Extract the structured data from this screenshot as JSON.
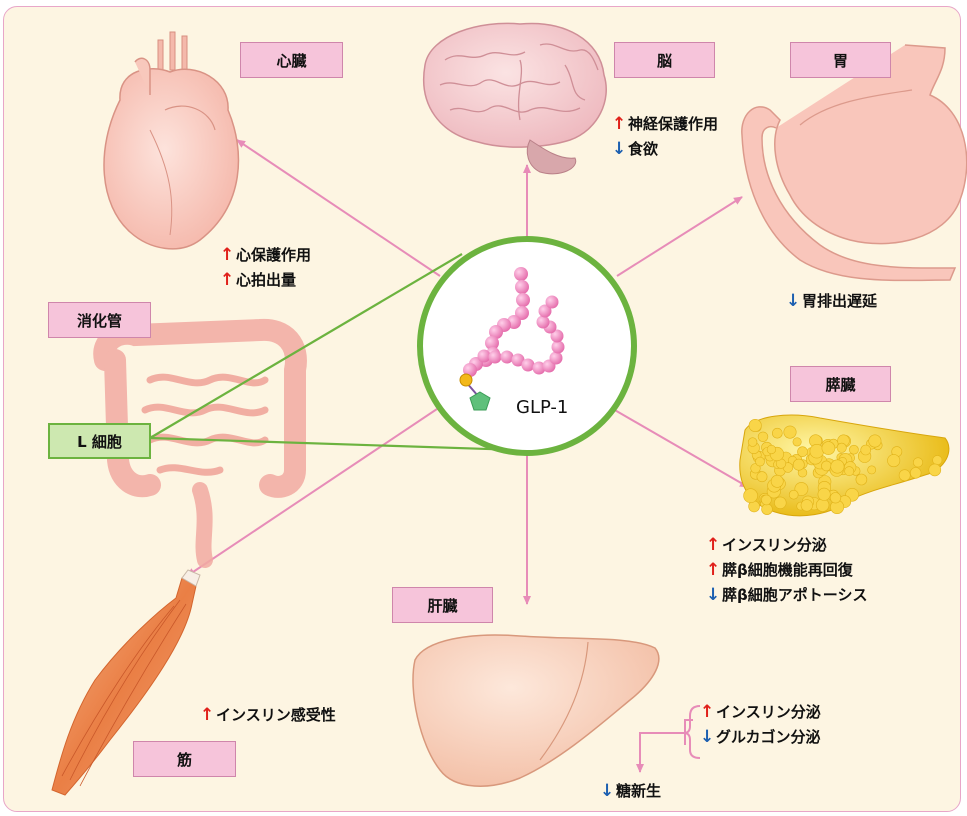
{
  "center": {
    "label": "GLP-1"
  },
  "organs": {
    "heart": {
      "label": "心臓",
      "effects": [
        {
          "dir": "up",
          "text": "心保護作用"
        },
        {
          "dir": "up",
          "text": "心拍出量"
        }
      ]
    },
    "brain": {
      "label": "脳",
      "effects": [
        {
          "dir": "up",
          "text": "神経保護作用"
        },
        {
          "dir": "down",
          "text": "食欲"
        }
      ]
    },
    "stomach": {
      "label": "胃",
      "effects": [
        {
          "dir": "down",
          "text": "胃排出遅延"
        }
      ]
    },
    "gut": {
      "label": "消化管",
      "cell_label": "L 細胞"
    },
    "pancreas": {
      "label": "膵臓",
      "effects": [
        {
          "dir": "up",
          "text": "インスリン分泌"
        },
        {
          "dir": "up",
          "text": "膵β細胞機能再回復"
        },
        {
          "dir": "down",
          "text": "膵β細胞アポトーシス"
        }
      ]
    },
    "liver": {
      "label": "肝臓",
      "effects": [
        {
          "dir": "up",
          "text": "インスリン分泌"
        },
        {
          "dir": "down",
          "text": "グルカゴン分泌"
        }
      ],
      "result": {
        "dir": "down",
        "text": "糖新生"
      }
    },
    "muscle": {
      "label": "筋",
      "effects": [
        {
          "dir": "up",
          "text": "インスリン感受性"
        }
      ]
    }
  },
  "colors": {
    "up_arrow": "#e0201a",
    "down_arrow": "#1c5fb0",
    "connector": "#e78cb8",
    "circle": "#6cb33f"
  }
}
